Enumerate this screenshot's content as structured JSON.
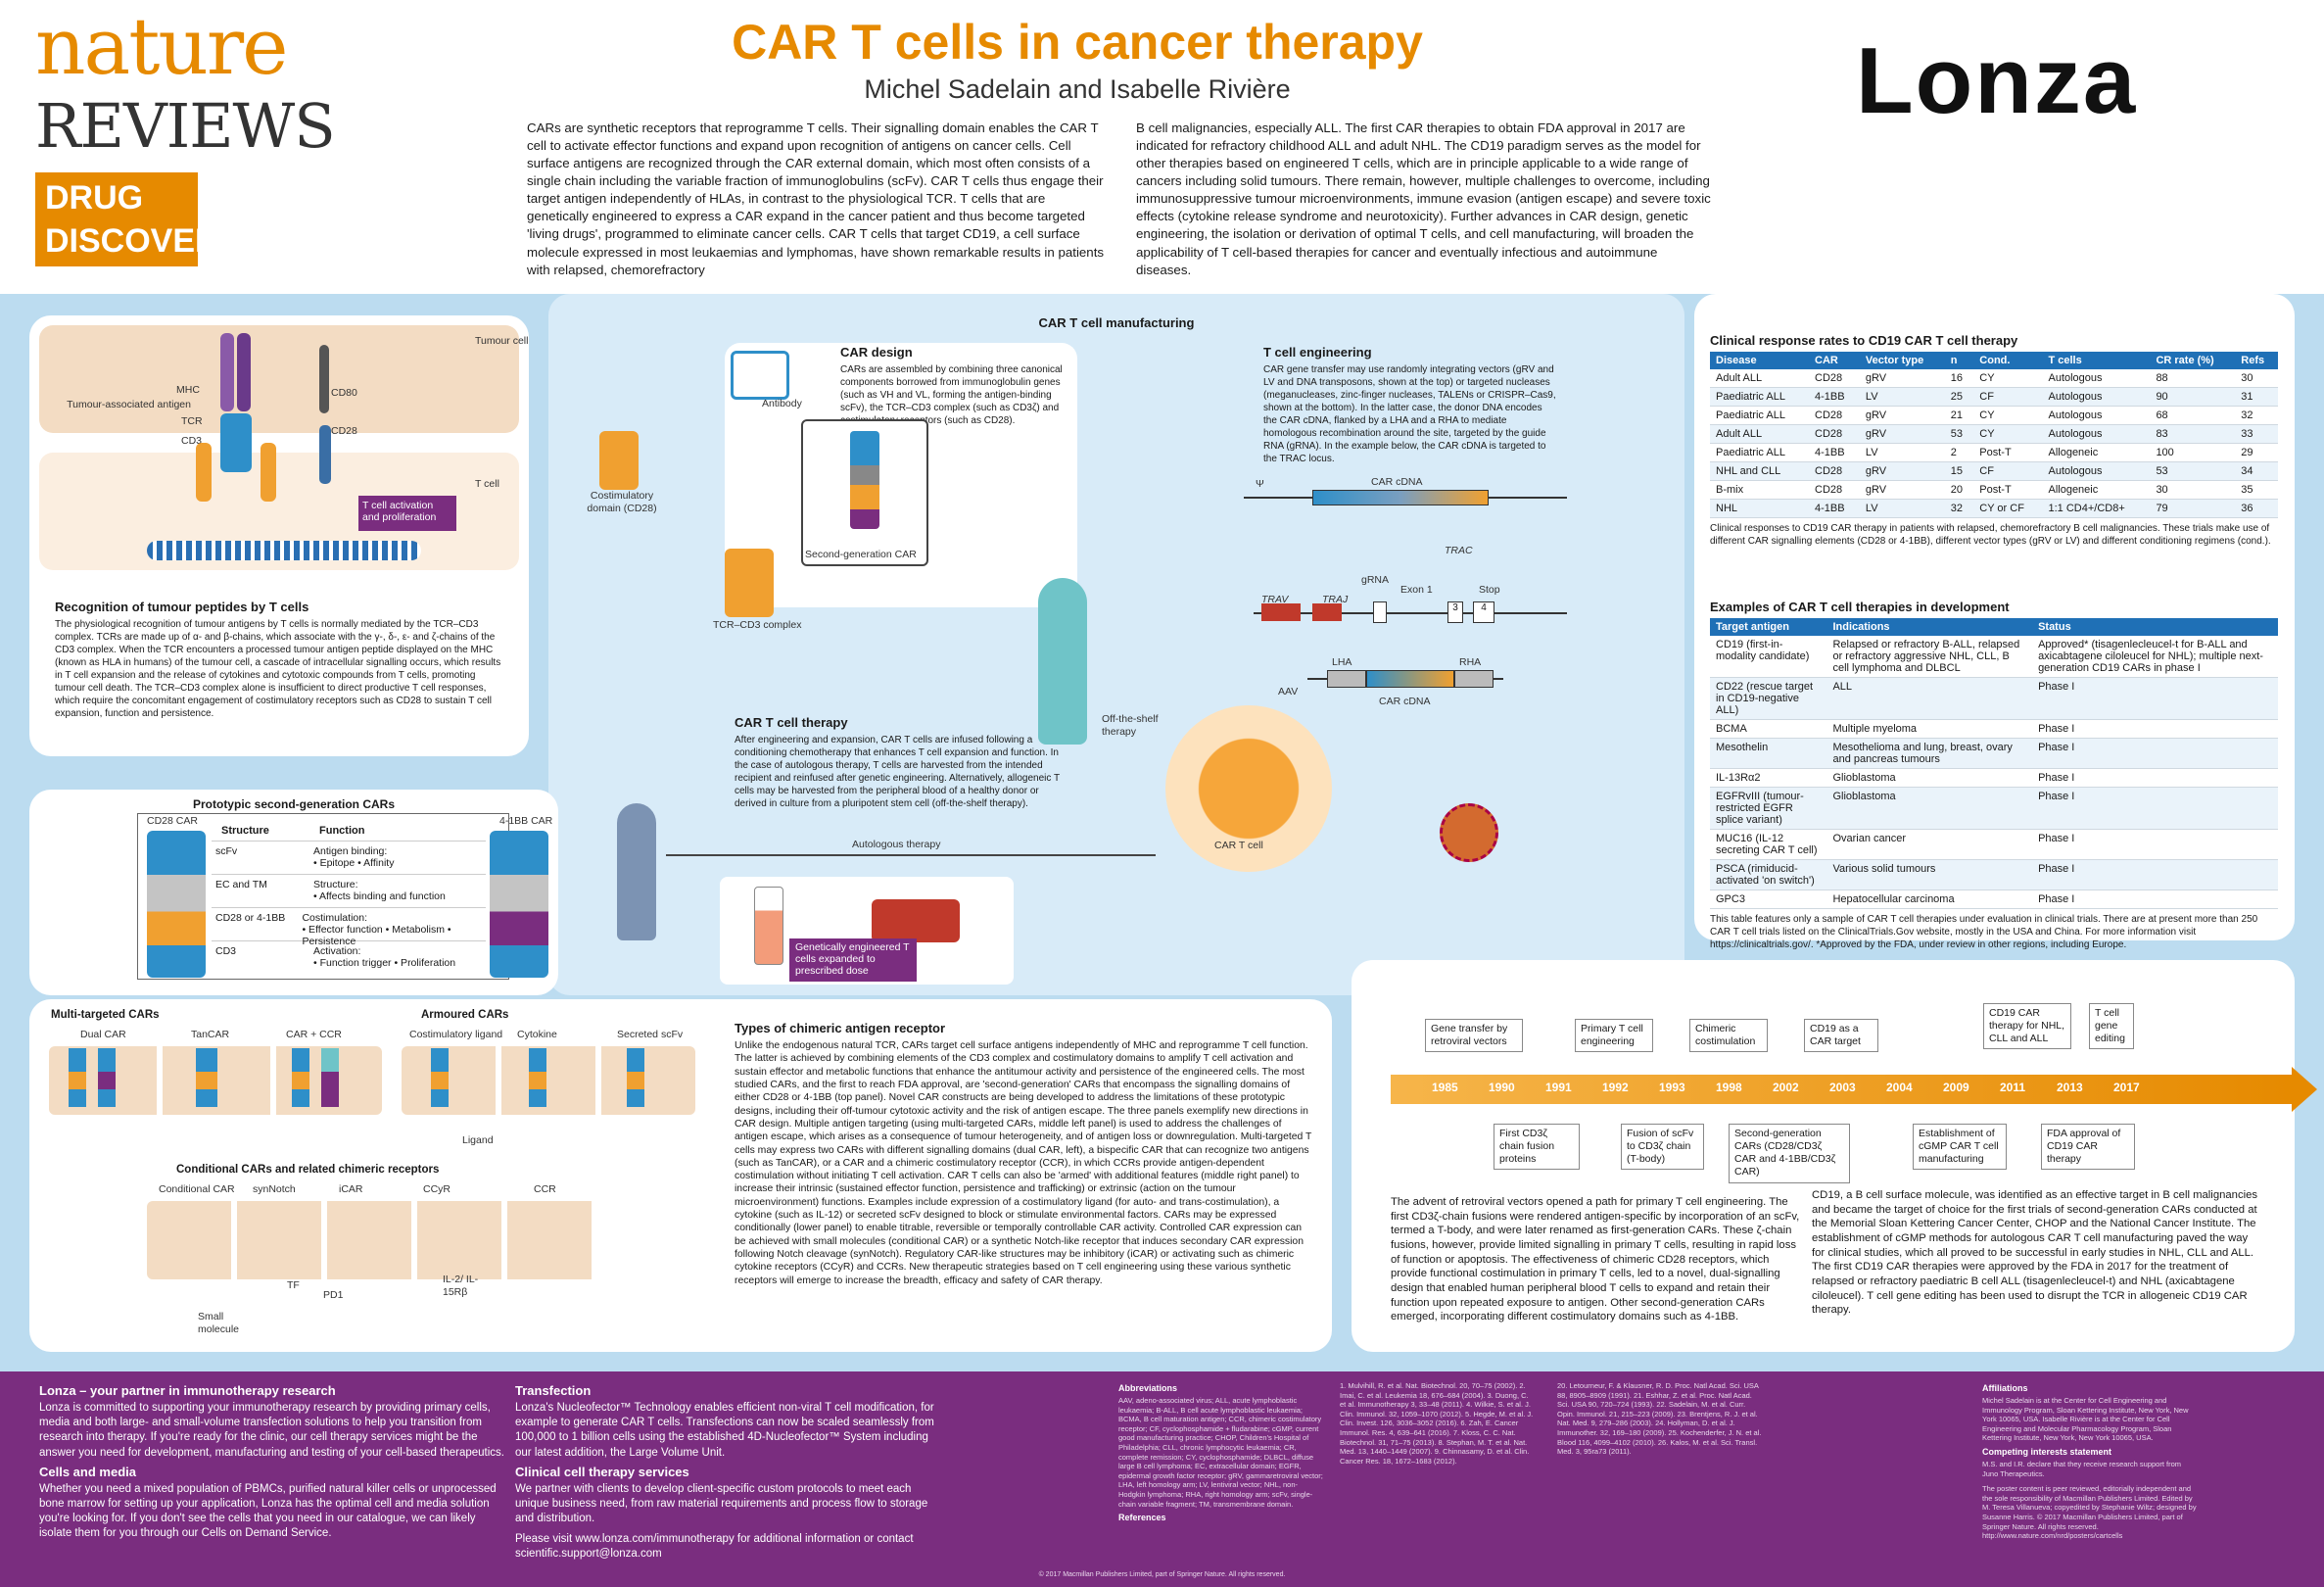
{
  "header": {
    "nature": "nature",
    "reviews": "REVIEWS",
    "drug": "DRUG",
    "discovery": "DISCOVERY",
    "title": "CAR T cells in cancer therapy",
    "authors": "Michel Sadelain and Isabelle Rivière",
    "sponsor": "Lonza"
  },
  "intro": {
    "left": "CARs are synthetic receptors that reprogramme T cells. Their signalling domain enables the CAR T cell to activate effector functions and expand upon recognition of antigens on cancer cells. Cell surface antigens are recognized through the CAR external domain, which most often consists of a single chain including the variable fraction of immunoglobulins (scFv). CAR T cells thus engage their target antigen independently of HLAs, in contrast to the physiological TCR. T cells that are genetically engineered to express a CAR expand in the cancer patient and thus become targeted 'living drugs', programmed to eliminate cancer cells. CAR T cells that target CD19, a cell surface molecule expressed in most leukaemias and lymphomas, have shown remarkable results in patients with relapsed, chemorefractory",
    "right": "B cell malignancies, especially ALL. The first CAR therapies to obtain FDA approval in 2017 are indicated for refractory childhood ALL and adult NHL. The CD19 paradigm serves as the model for other therapies based on engineered T cells, which are in principle applicable to a wide range of cancers including solid tumours. There remain, however, multiple challenges to overcome, including immunosuppressive tumour microenvironments, immune evasion (antigen escape) and severe toxic effects (cytokine release syndrome and neurotoxicity). Further advances in CAR design, genetic engineering, the isolation or derivation of optimal T cells, and cell manufacturing, will broaden the applicability of T cell-based therapies for cancer and eventually infectious and autoimmune diseases."
  },
  "recognition": {
    "labels": {
      "tumour_cell": "Tumour cell",
      "mhc": "MHC",
      "taa": "Tumour-associated antigen",
      "cd80": "CD80",
      "tcr": "TCR",
      "cd28": "CD28",
      "cd3": "CD3",
      "t_cell": "T cell",
      "activation": "T cell activation and proliferation"
    },
    "heading": "Recognition of tumour peptides by T cells",
    "body": "The physiological recognition of tumour antigens by T cells is normally mediated by the TCR–CD3 complex. TCRs are made up of α- and β-chains, which associate with the γ-, δ-, ε- and ζ-chains of the CD3 complex. When the TCR encounters a processed tumour antigen peptide displayed on the MHC (known as HLA in humans) of the tumour cell, a cascade of intracellular signalling occurs, which results in T cell expansion and the release of cytokines and cytotoxic compounds from T cells, promoting tumour cell death. The TCR–CD3 complex alone is insufficient to direct productive T cell responses, which require the concomitant engagement of costimulatory receptors such as CD28 to sustain T cell expansion, function and persistence."
  },
  "manufacturing": {
    "title": "CAR T cell manufacturing",
    "car_design_h": "CAR design",
    "car_design": "CARs are assembled by combining three canonical components borrowed from immunoglobulin genes (such as VH and VL, forming the antigen-binding scFv), the TCR–CD3 complex (such as CD3ζ) and costimulatory receptors (such as CD28).",
    "antibody": "Antibody",
    "costim": "Costimulatory domain (CD28)",
    "second_gen": "Second-generation CAR",
    "tcr_cd3": "TCR–CD3 complex",
    "engineering_h": "T cell engineering",
    "engineering": "CAR gene transfer may use randomly integrating vectors (gRV and LV and DNA transposons, shown at the top) or targeted nucleases (meganucleases, zinc-finger nucleases, TALENs or CRISPR–Cas9, shown at the bottom). In the latter case, the donor DNA encodes the CAR cDNA, flanked by a LHA and a RHA to mediate homologous recombination around the site, targeted by the guide RNA (gRNA). In the example below, the CAR cDNA is targeted to the TRAC locus.",
    "psi": "Ψ",
    "car_cdna": "CAR cDNA",
    "trac": "TRAC",
    "trav": "TRAV",
    "traj": "TRAJ",
    "grna": "gRNA",
    "exon1": "Exon 1",
    "stop": "Stop",
    "aav": "AAV",
    "lha": "LHA",
    "rha": "RHA",
    "therapy_h": "CAR T cell therapy",
    "therapy": "After engineering and expansion, CAR T cells are infused following a conditioning chemotherapy that enhances T cell expansion and function. In the case of autologous therapy, T cells are harvested from the intended recipient and reinfused after genetic engineering. Alternatively, allogeneic T cells may be harvested from the peripheral blood of a healthy donor or derived in culture from a pluripotent stem cell (off-the-shelf therapy).",
    "off_shelf": "Off-the-shelf therapy",
    "autologous": "Autologous therapy",
    "car_t_cell": "CAR T cell",
    "expanded": "Genetically engineered T cells expanded to prescribed dose"
  },
  "prototypic": {
    "title": "Prototypic second-generation CARs",
    "cd28car": "CD28 CAR",
    "bb_car": "4-1BB CAR",
    "col_structure": "Structure",
    "col_function": "Function",
    "rows": [
      {
        "structure": "scFv",
        "function": "Antigen binding:",
        "f1": "• Epitope",
        "f2": "• Affinity"
      },
      {
        "structure": "EC and TM",
        "function": "Structure:",
        "f1": "• Affects binding and function",
        "f2": ""
      },
      {
        "structure": "CD28 or 4-1BB",
        "function": "Costimulation:",
        "f1": "• Effector function",
        "f2": "• Metabolism • Persistence"
      },
      {
        "structure": "CD3",
        "function": "Activation:",
        "f1": "• Function trigger",
        "f2": "• Proliferation"
      }
    ]
  },
  "multi": {
    "multi_h": "Multi-targeted CARs",
    "dual": "Dual CAR",
    "tancar": "TanCAR",
    "carccr": "CAR + CCR",
    "armoured_h": "Armoured CARs",
    "costim_ligand": "Costimulatory ligand",
    "cytokine": "Cytokine",
    "secreted": "Secreted scFv",
    "ligand": "Ligand",
    "conditional_h": "Conditional CARs and related chimeric receptors",
    "conditional": "Conditional CAR",
    "synnotch": "synNotch",
    "icar": "iCAR",
    "ccyr": "CCyR",
    "ccr": "CCR",
    "tf": "TF",
    "pd1": "PD1",
    "il2": "IL-2/ IL-15Rβ",
    "small_mol": "Small molecule"
  },
  "types": {
    "heading": "Types of chimeric antigen receptor",
    "body": "Unlike the endogenous natural TCR, CARs target cell surface antigens independently of MHC and reprogramme T cell function. The latter is achieved by combining elements of the CD3 complex and costimulatory domains to amplify T cell activation and sustain effector and metabolic functions that enhance the antitumour activity and persistence of the engineered cells. The most studied CARs, and the first to reach FDA approval, are 'second-generation' CARs that encompass the signalling domains of either CD28 or 4-1BB (top panel). Novel CAR constructs are being developed to address the limitations of these prototypic designs, including their off-tumour cytotoxic activity and the risk of antigen escape. The three panels exemplify new directions in CAR design. Multiple antigen targeting (using multi-targeted CARs, middle left panel) is used to address the challenges of antigen escape, which arises as a consequence of tumour heterogeneity, and of antigen loss or downregulation. Multi-targeted T cells may express two CARs with different signalling domains (dual CAR, left), a bispecific CAR that can recognize two antigens (such as TanCAR), or a CAR and a chimeric costimulatory receptor (CCR), in which CCRs provide antigen-dependent costimulation without initiating T cell activation. CAR T cells can also be 'armed' with additional features (middle right panel) to increase their intrinsic (sustained effector function, persistence and trafficking) or extrinsic (action on the tumour microenvironment) functions. Examples include expression of a costimulatory ligand (for auto- and trans-costimulation), a cytokine (such as IL-12) or secreted scFv designed to block or stimulate environmental factors. CARs may be expressed conditionally (lower panel) to enable titrable, reversible or temporally controllable CAR activity. Controlled CAR expression can be achieved with small molecules (conditional CAR) or a synthetic Notch-like receptor that induces secondary CAR expression following Notch cleavage (synNotch). Regulatory CAR-like structures may be inhibitory (iCAR) or activating such as chimeric cytokine receptors (CCyR) and CCRs. New therapeutic strategies based on T cell engineering using these various synthetic receptors will emerge to increase the breadth, efficacy and safety of CAR therapy."
  },
  "clinical": {
    "title": "Clinical response rates to CD19 CAR T cell therapy",
    "headers": [
      "Disease",
      "CAR",
      "Vector type",
      "n",
      "Cond.",
      "T cells",
      "CR rate (%)",
      "Refs"
    ],
    "rows": [
      [
        "Adult ALL",
        "CD28",
        "gRV",
        "16",
        "CY",
        "Autologous",
        "88",
        "30"
      ],
      [
        "Paediatric ALL",
        "4-1BB",
        "LV",
        "25",
        "CF",
        "Autologous",
        "90",
        "31"
      ],
      [
        "Paediatric ALL",
        "CD28",
        "gRV",
        "21",
        "CY",
        "Autologous",
        "68",
        "32"
      ],
      [
        "Adult ALL",
        "CD28",
        "gRV",
        "53",
        "CY",
        "Autologous",
        "83",
        "33"
      ],
      [
        "Paediatric ALL",
        "4-1BB",
        "LV",
        "2",
        "Post-T",
        "Allogeneic",
        "100",
        "29"
      ],
      [
        "NHL and CLL",
        "CD28",
        "gRV",
        "15",
        "CF",
        "Autologous",
        "53",
        "34"
      ],
      [
        "B-mix",
        "CD28",
        "gRV",
        "20",
        "Post-T",
        "Allogeneic",
        "30",
        "35"
      ],
      [
        "NHL",
        "4-1BB",
        "LV",
        "32",
        "CY or CF",
        "1:1 CD4+/CD8+",
        "79",
        "36"
      ]
    ],
    "caption": "Clinical responses to CD19 CAR therapy in patients with relapsed, chemorefractory B cell malignancies. These trials make use of different CAR signalling elements (CD28 or 4-1BB), different vector types (gRV or LV) and different conditioning regimens (cond.)."
  },
  "examples": {
    "title": "Examples of CAR T cell therapies in development",
    "headers": [
      "Target antigen",
      "Indications",
      "Status"
    ],
    "rows": [
      [
        "CD19 (first-in-modality candidate)",
        "Relapsed or refractory B-ALL, relapsed or refractory aggressive NHL, CLL, B cell lymphoma and DLBCL",
        "Approved* (tisagenlecleucel-t for B-ALL and axicabtagene ciloleucel for NHL); multiple next-generation CD19 CARs in phase I"
      ],
      [
        "CD22 (rescue target in CD19-negative ALL)",
        "ALL",
        "Phase I"
      ],
      [
        "BCMA",
        "Multiple myeloma",
        "Phase I"
      ],
      [
        "Mesothelin",
        "Mesothelioma and lung, breast, ovary and pancreas tumours",
        "Phase I"
      ],
      [
        "IL-13Rα2",
        "Glioblastoma",
        "Phase I"
      ],
      [
        "EGFRvIII (tumour-restricted EGFR splice variant)",
        "Glioblastoma",
        "Phase I"
      ],
      [
        "MUC16 (IL-12 secreting CAR T cell)",
        "Ovarian cancer",
        "Phase I"
      ],
      [
        "PSCA (rimiducid-activated 'on switch')",
        "Various solid tumours",
        "Phase I"
      ],
      [
        "GPC3",
        "Hepatocellular carcinoma",
        "Phase I"
      ]
    ],
    "caption": "This table features only a sample of CAR T cell therapies under evaluation in clinical trials. There are at present more than 250 CAR T cell trials listed on the ClinicalTrials.Gov website, mostly in the USA and China. For more information visit https://clinicaltrials.gov/. *Approved by the FDA, under review in other regions, including Europe."
  },
  "timeline": {
    "years": [
      "1985",
      "1990",
      "1991",
      "1992",
      "1993",
      "1998",
      "2002",
      "2003",
      "2004",
      "2009",
      "2011",
      "2013",
      "2017"
    ],
    "above": [
      "Gene transfer by retroviral vectors",
      "Primary T cell engineering",
      "Chimeric costimulation",
      "CD19 as a CAR target",
      "CD19 CAR therapy for NHL, CLL and ALL",
      "T cell gene editing"
    ],
    "below": [
      "First CD3ζ chain fusion proteins",
      "Fusion of scFv to CD3ζ chain (T-body)",
      "Second-generation CARs (CD28/CD3ζ CAR and 4-1BB/CD3ζ CAR)",
      "Establishment of cGMP CAR T cell manufacturing",
      "FDA approval of CD19 CAR therapy"
    ],
    "text_left": "The advent of retroviral vectors opened a path for primary T cell engineering. The first CD3ζ-chain fusions were rendered antigen-specific by incorporation of an scFv, termed a T-body, and were later renamed as first-generation CARs. These ζ-chain fusions, however, provide limited signalling in primary T cells, resulting in rapid loss of function or apoptosis. The effectiveness of chimeric CD28 receptors, which provide functional costimulation in primary T cells, led to a novel, dual-signalling design that enabled human peripheral blood T cells to expand and retain their function upon repeated exposure to antigen. Other second-generation CARs emerged, incorporating different costimulatory domains such as 4-1BB.",
    "text_right": "CD19, a B cell surface molecule, was identified as an effective target in B cell malignancies and became the target of choice for the first trials of second-generation CARs conducted at the Memorial Sloan Kettering Cancer Center, CHOP and the National Cancer Institute. The establishment of cGMP methods for autologous CAR T cell manufacturing paved the way for clinical studies, which all proved to be successful in early studies in NHL, CLL and ALL. The first CD19 CAR therapies were approved by the FDA in 2017 for the treatment of relapsed or refractory paediatric B cell ALL (tisagenlecleucel-t) and NHL (axicabtagene ciloleucel). T cell gene editing has been used to disrupt the TCR in allogeneic CD19 CAR therapy."
  },
  "footer": {
    "lonza_h": "Lonza – your partner in immunotherapy research",
    "lonza": "Lonza is committed to supporting your immunotherapy research by providing primary cells, media and both large- and small-volume transfection solutions to help you transition from research into therapy. If you're ready for the clinic, our cell therapy services might be the answer you need for development, manufacturing and testing of your cell-based therapeutics.",
    "media_h": "Cells and media",
    "media": "Whether you need a mixed population of PBMCs, purified natural killer cells or unprocessed bone marrow for setting up your application, Lonza has the optimal cell and media solution you're looking for. If you don't see the cells that you need in our catalogue, we can likely isolate them for you through our Cells on Demand Service.",
    "transfection_h": "Transfection",
    "transfection": "Lonza's Nucleofector™ Technology enables efficient non-viral T cell modification, for example to generate CAR T cells. Transfections can now be scaled seamlessly from 100,000 to 1 billion cells using the established 4D-Nucleofector™ System including our latest addition, the Large Volume Unit.",
    "services_h": "Clinical cell therapy services",
    "services": "We partner with clients to develop client-specific custom protocols to meet each unique business need, from raw material requirements and process flow to storage and distribution.",
    "visit": "Please visit www.lonza.com/immunotherapy for additional information or contact scientific.support@lonza.com",
    "abbrev_h": "Abbreviations",
    "abbrev": "AAV, adeno-associated virus; ALL, acute lymphoblastic leukaemia; B-ALL, B cell acute lymphoblastic leukaemia; BCMA, B cell maturation antigen; CCR, chimeric costimulatory receptor; CF, cyclophosphamide + fludarabine; cGMP, current good manufacturing practice; CHOP, Children's Hospital of Philadelphia; CLL, chronic lymphocytic leukaemia; CR, complete remission; CY, cyclophosphamide; DLBCL, diffuse large B cell lymphoma; EC, extracellular domain; EGFR, epidermal growth factor receptor; gRV, gammaretroviral vector; LHA, left homology arm; LV, lentiviral vector; NHL, non-Hodgkin lymphoma; RHA, right homology arm; scFv, single-chain variable fragment; TM, transmembrane domain.",
    "refs_h": "References",
    "refs1": "1. Mulvihill, R. et al. Nat. Biotechnol. 20, 70–75 (2002). 2. Imai, C. et al. Leukemia 18, 676–684 (2004). 3. Duong, C. et al. Immunotherapy 3, 33–48 (2011). 4. Wilkie, S. et al. J. Clin. Immunol. 32, 1059–1070 (2012). 5. Hegde, M. et al. J. Clin. Invest. 126, 3036–3052 (2016). 6. Zah, E. Cancer Immunol. Res. 4, 639–641 (2016). 7. Kloss, C. C. Nat. Biotechnol. 31, 71–75 (2013). 8. Stephan, M. T. et al. Nat. Med. 13, 1440–1449 (2007). 9. Chinnasamy, D. et al. Clin. Cancer Res. 18, 1672–1683 (2012).",
    "refs2": "20. Letourneur, F. & Klausner, R. D. Proc. Natl Acad. Sci. USA 88, 8905–8909 (1991). 21. Eshhar, Z. et al. Proc. Natl Acad. Sci. USA 90, 720–724 (1993). 22. Sadelain, M. et al. Curr. Opin. Immunol. 21, 215–223 (2009). 23. Brentjens, R. J. et al. Nat. Med. 9, 279–286 (2003). 24. Hollyman, D. et al. J. Immunother. 32, 169–180 (2009). 25. Kochenderfer, J. N. et al. Blood 116, 4099–4102 (2010). 26. Kalos, M. et al. Sci. Transl. Med. 3, 95ra73 (2011).",
    "aff_h": "Affiliations",
    "aff": "Michel Sadelain is at the Center for Cell Engineering and Immunology Program, Sloan Kettering Institute, New York, New York 10065, USA. Isabelle Rivière is at the Center for Cell Engineering and Molecular Pharmacology Program, Sloan Kettering Institute, New York, New York 10065, USA.",
    "comp_h": "Competing interests statement",
    "comp": "M.S. and I.R. declare that they receive research support from Juno Therapeutics.",
    "pub": "The poster content is peer reviewed, editorially independent and the sole responsibility of Macmillan Publishers Limited. Edited by M. Teresa Villanueva; copyedited by Stephanie Wiltz; designed by Susanne Harris. © 2017 Macmillan Publishers Limited, part of Springer Nature. All rights reserved. http://www.nature.com/nrd/posters/cartcells",
    "copyright": "© 2017 Macmillan Publishers Limited, part of Springer Nature. All rights reserved."
  },
  "colors": {
    "accent": "#e68a00",
    "blue": "#1f70b6",
    "purple": "#7a2d7f",
    "light_blue": "#bcdcf0"
  }
}
